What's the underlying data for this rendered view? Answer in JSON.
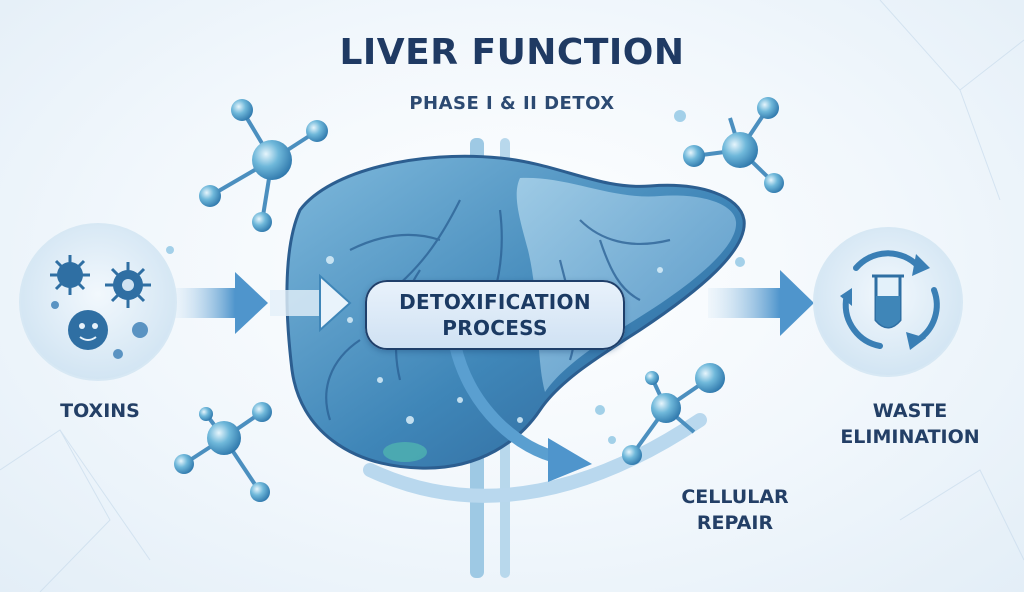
{
  "title": "LIVER FUNCTION",
  "subtitle": "PHASE I & II DETOX",
  "center_label": {
    "line1": "DETOXIFICATION",
    "line2": "PROCESS"
  },
  "toxins": {
    "label": "TOXINS"
  },
  "waste": {
    "line1": "WASTE",
    "line2": "ELIMINATION"
  },
  "repair": {
    "line1": "CELLULAR",
    "line2": "REPAIR"
  },
  "colors": {
    "navy": "#1f3a63",
    "liver_blue": "#3f86b8",
    "liver_light": "#8cc3df",
    "arrow_blue": "#5a9fd0",
    "molecule": "#4b9bc6",
    "circle_bg": "#d6e8f5"
  },
  "icons": [
    "bacteria-icon",
    "virus-icon",
    "recycle-arrows-icon",
    "test-tube-icon",
    "molecule-icon",
    "arrow-right-icon"
  ]
}
